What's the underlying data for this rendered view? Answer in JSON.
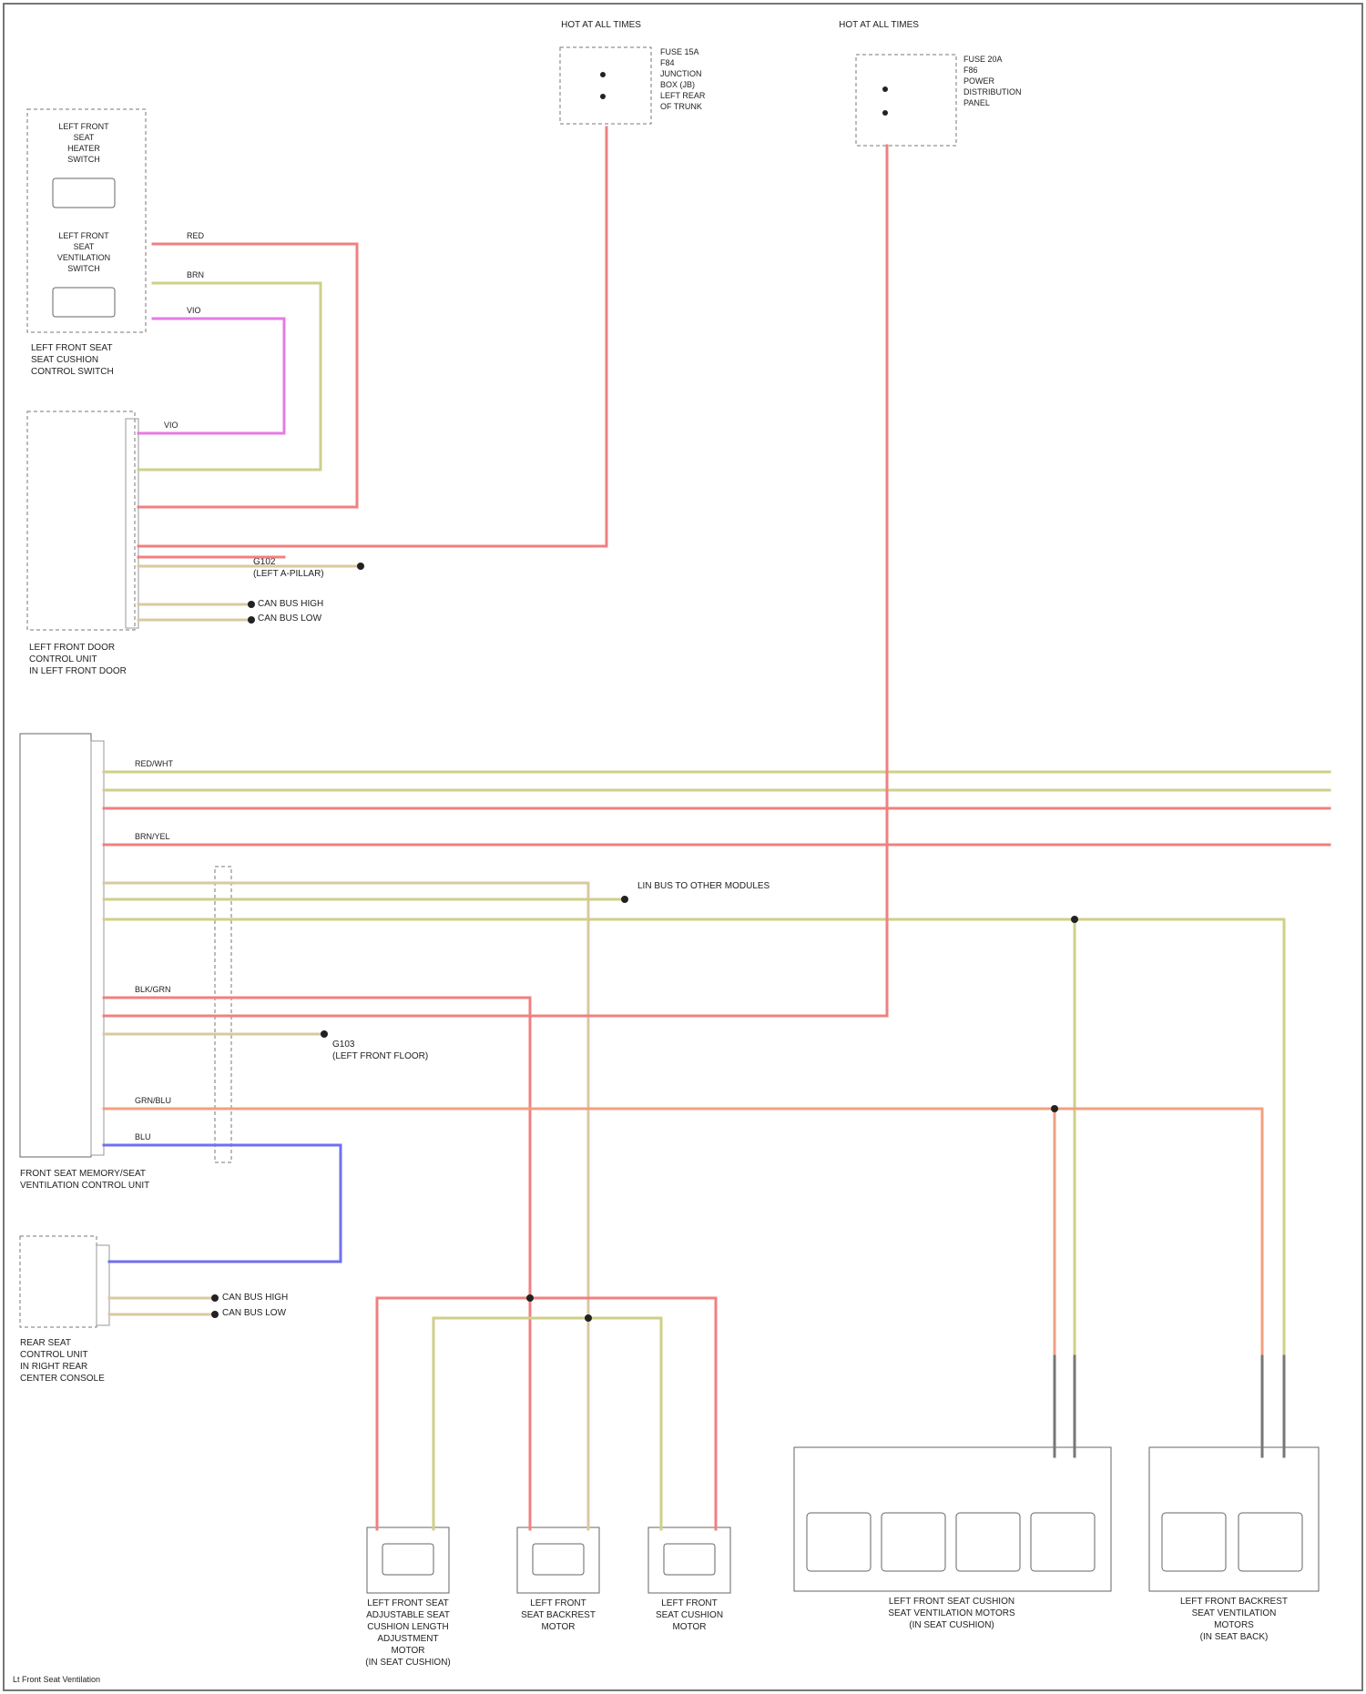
{
  "colors": {
    "red": "#f08080",
    "orange": "#f0a080",
    "olive": "#cfcf8a",
    "tan": "#d9c9a0",
    "violet": "#e67ae6",
    "blue": "#6f6ff0",
    "grid": "#777777"
  },
  "fuses": {
    "left": {
      "title": "HOT AT ALL TIMES",
      "lines": [
        "FUSE 15A",
        "F84",
        "JUNCTION",
        "BOX (JB)",
        "LEFT REAR",
        "OF TRUNK"
      ]
    },
    "right": {
      "title": "HOT AT ALL TIMES",
      "lines": [
        "FUSE 20A",
        "F86",
        "POWER",
        "DISTRIBUTION",
        "PANEL"
      ]
    }
  },
  "components": {
    "switch_top": {
      "lines": [
        "LEFT FRONT SEAT",
        "SEAT CUSHION",
        "CONTROL SWITCH"
      ],
      "btn1": [
        "LEFT FRONT",
        "SEAT",
        "HEATER",
        "SWITCH"
      ],
      "btn2": [
        "LEFT FRONT",
        "SEAT",
        "VENTILATION",
        "SWITCH"
      ]
    },
    "door_module": {
      "lines": [
        "LEFT FRONT DOOR",
        "CONTROL UNIT",
        "IN LEFT FRONT DOOR"
      ]
    },
    "seat_module": {
      "lines": [
        "FRONT SEAT MEMORY/SEAT",
        "VENTILATION CONTROL UNIT"
      ]
    },
    "rear_module": {
      "lines": [
        "REAR SEAT",
        "CONTROL UNIT",
        "IN RIGHT REAR",
        "CENTER CONSOLE"
      ]
    },
    "motor1": {
      "lines": [
        "LEFT FRONT SEAT",
        "ADJUSTABLE SEAT",
        "CUSHION LENGTH",
        "ADJUSTMENT",
        "MOTOR",
        "(IN SEAT CUSHION)"
      ]
    },
    "motor2": {
      "lines": [
        "LEFT FRONT",
        "SEAT BACKREST",
        "MOTOR"
      ]
    },
    "motor3": {
      "lines": [
        "LEFT FRONT",
        "SEAT CUSHION",
        "MOTOR"
      ]
    },
    "heater_pack": {
      "lines": [
        "LEFT FRONT SEAT CUSHION",
        "SEAT VENTILATION MOTORS",
        "(IN SEAT CUSHION)"
      ]
    },
    "backrest_fans": {
      "lines": [
        "LEFT FRONT BACKREST",
        "SEAT VENTILATION",
        "MOTORS",
        "(IN SEAT BACK)"
      ]
    }
  },
  "grounds": {
    "g_door": [
      "G102",
      "(LEFT A-PILLAR)"
    ],
    "g_seat": [
      "G103",
      "(LEFT FRONT FLOOR)"
    ],
    "can_door_h": "CAN BUS HIGH",
    "can_door_l": "CAN BUS LOW",
    "can_rear_h": "CAN BUS HIGH",
    "can_rear_l": "CAN BUS LOW",
    "annot_bus": "LIN BUS TO OTHER MODULES"
  },
  "wires": {
    "w_red": "RED",
    "w_brn": "BRN",
    "w_yel": "VIO",
    "w_vio": "VIO",
    "w_blu": "BLU",
    "w_rd_wh": "RED/WHT",
    "w_br_yl": "BRN/YEL",
    "w_gr_bl": "GRN/BLU",
    "w_bl_gr": "BLK/GRN"
  },
  "footer": "Lt Front Seat Ventilation"
}
